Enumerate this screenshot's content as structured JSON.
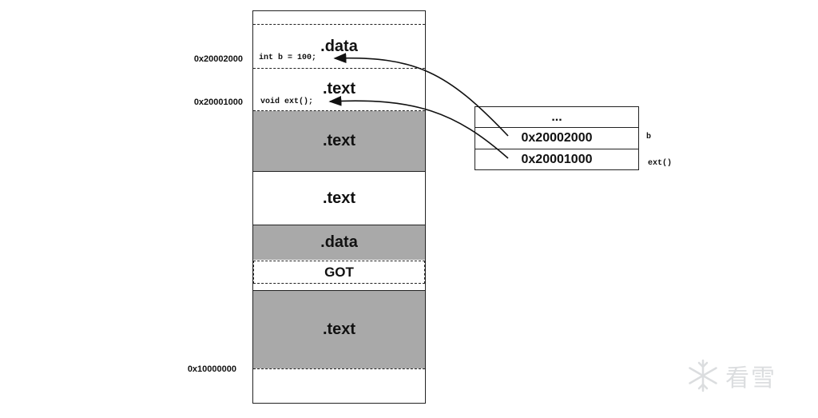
{
  "memory_column": {
    "segments": [
      {
        "label": ".data",
        "fill": "white"
      },
      {
        "label": ".text",
        "fill": "white"
      },
      {
        "label": ".text",
        "fill": "gray"
      },
      {
        "label": ".text",
        "fill": "white"
      },
      {
        "label": ".data",
        "fill": "gray"
      },
      {
        "label": "GOT",
        "fill": "white"
      },
      {
        "label": ".text",
        "fill": "gray"
      }
    ],
    "code_lines": {
      "data_var": "int b = 100;",
      "text_func": "void ext();"
    }
  },
  "addresses": {
    "a1": "0x20002000",
    "a2": "0x20001000",
    "a3": "0x10000000"
  },
  "got_table": {
    "header": "...",
    "entries": [
      {
        "value": "0x20002000",
        "symbol": "b"
      },
      {
        "value": "0x20001000",
        "symbol": "ext()"
      }
    ]
  },
  "watermark": {
    "text": "看雪",
    "icon": "snowflake-icon"
  },
  "colors": {
    "gray_fill": "#a9a9a9",
    "line": "#222222"
  }
}
